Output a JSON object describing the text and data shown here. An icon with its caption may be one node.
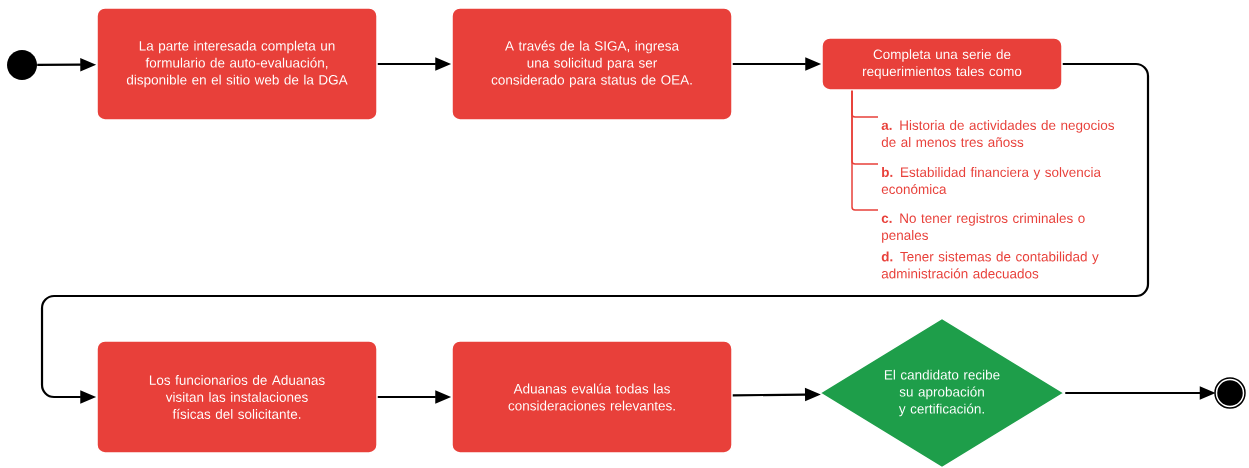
{
  "diagram": {
    "nodes": [
      {
        "text": [],
        "shape": "circle"
      },
      {
        "text": [
          "La parte interesada completa un formulario de auto-evaluación, disponible en el sitio web de la DGA"
        ]
      },
      {
        "text": [
          "A través de la SIGA, ingresa una solicitud para ser considerado para status de OEA."
        ]
      },
      {
        "text": [
          "Completa una serie de requerimientos tales como"
        ]
      },
      {
        "text": [
          "**a.** Historia de actividades de negocios de al menos tres añoss"
        ]
      },
      {
        "text": [
          "**b.** Estabilidad financiera y solvencia económica"
        ]
      },
      {
        "text": [
          "**c.** No tener registros criminales o penales"
        ]
      },
      {
        "text": [
          "Los funcionarios de Aduanas visitan las instalaciones físicas del solicitante."
        ]
      },
      {
        "text": [
          "Aduanas evalúa todas las consideraciones relevantes."
        ]
      },
      {
        "text": [
          "El candidato recibe su aprobación y certificación."
        ]
      },
      {
        "text": [],
        "shape": "circle"
      }
    ],
    "edges": [
      {
        "from": 0,
        "to": 1,
        "arrow": "to"
      },
      {
        "from": 1,
        "to": 2,
        "arrow": "to"
      },
      {
        "from": 2,
        "to": 3,
        "arrow": "to"
      },
      {
        "from": 3,
        "to": 4,
        "arrow": "none",
        "color": "#e8403a"
      },
      {
        "from": 3,
        "to": 5,
        "arrow": "none",
        "color": "#e8403a"
      },
      {
        "from": 3,
        "to": 6,
        "arrow": "none",
        "color": "#e8403a"
      },
      {
        "from": 3,
        "to": 7,
        "arrow": "to"
      },
      {
        "from": 7,
        "to": 8,
        "arrow": "to"
      },
      {
        "from": 8,
        "to": 9,
        "arrow": "to"
      },
      {
        "from": 9,
        "to": 10,
        "arrow": "to"
      }
    ],
    "labels": [
      "**d.** Tener sistemas de contabilidad y administración adecuados"
    ]
  }
}
